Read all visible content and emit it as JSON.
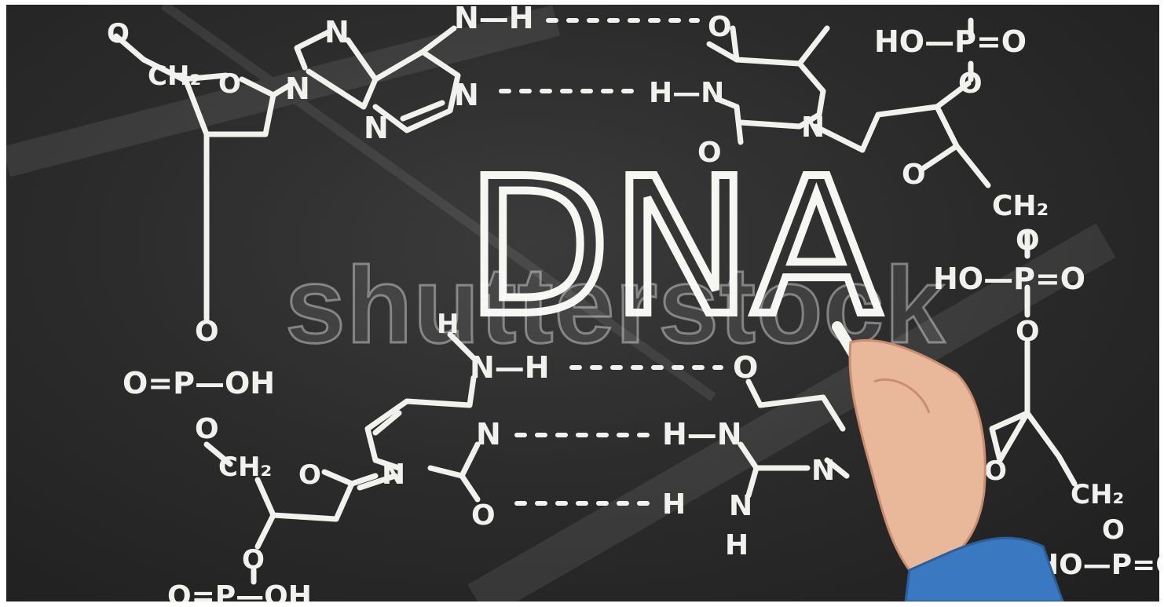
{
  "photo": {
    "board_color": "#2c2c2c",
    "chalk_color": "#f1f1ee",
    "sleeve_color": "#3a78c2",
    "skin_color": "#e9b79a",
    "heading": "DNA",
    "watermark": "shutterstock",
    "labels": {
      "n_eq": "N",
      "n1": "N",
      "n2": "N",
      "n3": "N",
      "n4": "N",
      "nh_top": "N—H",
      "h_n_top": "H—N",
      "o_top_right": "O",
      "o_top_right2": "O",
      "n_top_right": "N",
      "ch2_tl": "CH₂",
      "o_ring_tl": "O",
      "o_top_left": "O",
      "ho_p_o_tr": "HO—P=O",
      "o_tr2": "O",
      "o_ring_tr": "O",
      "ch2_tr": "CH₂",
      "o_r1": "O",
      "ho_p_o_r": "HO—P=O",
      "o_r2": "O",
      "o_p_oh_l": "O=P—OH",
      "o_l1": "O",
      "o_l2": "O",
      "h_top_mid": "H",
      "nh_mid": "N—H",
      "o_mid": "O",
      "n_mid_l": "N",
      "h_n_mid": "H—N",
      "n_bot_l": "N",
      "o_bot_l": "O",
      "h_bot": "H",
      "n_bot_r": "N",
      "nh2_n": "N",
      "nh2_h": "H",
      "ch2_bl": "CH₂",
      "o_ring_bl": "O",
      "o_bl": "O",
      "o_p_oh_b": "O=P—OH",
      "o_ring_br": "O",
      "ch2_br": "CH₂",
      "o_br": "O",
      "ho_p_br": "HO—P=O"
    }
  }
}
